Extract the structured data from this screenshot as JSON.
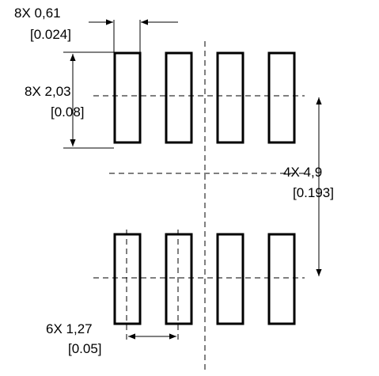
{
  "colors": {
    "line": "#000000",
    "background": "#ffffff"
  },
  "pad_count_top": 4,
  "pad_count_bottom": 4,
  "dimensions": {
    "pad_width": {
      "line1": "8X 0,61",
      "line2": "[0.024]"
    },
    "pad_length": {
      "line1": "8X 2,03",
      "line2": "[0.08]"
    },
    "row_spacing": {
      "line1": "4X 4,9",
      "line2": "[0.193]"
    },
    "pitch": {
      "line1": "6X 1,27",
      "line2": "[0.05]"
    }
  }
}
